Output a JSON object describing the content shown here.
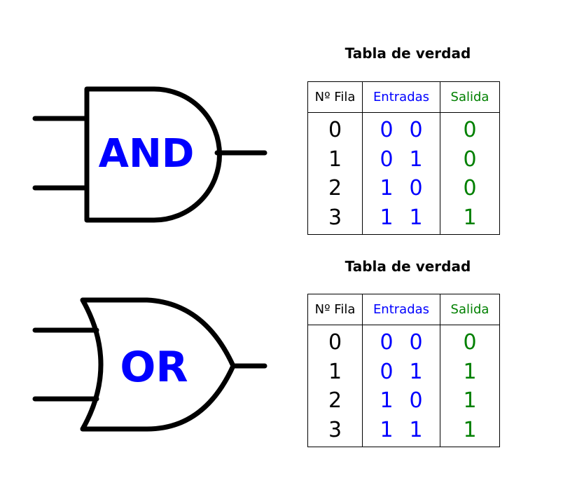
{
  "colors": {
    "inputs": "#0000ff",
    "output": "#008000",
    "gate_label": "#0000ff",
    "stroke": "#000000"
  },
  "gates": {
    "and": {
      "label": "AND"
    },
    "or": {
      "label": "OR"
    }
  },
  "tables": {
    "and": {
      "title": "Tabla de verdad",
      "headers": {
        "row": "Nº Fila",
        "inputs": "Entradas",
        "output": "Salida"
      },
      "rows": [
        {
          "row": "0",
          "a": "0",
          "b": "0",
          "out": "0"
        },
        {
          "row": "1",
          "a": "0",
          "b": "1",
          "out": "0"
        },
        {
          "row": "2",
          "a": "1",
          "b": "0",
          "out": "0"
        },
        {
          "row": "3",
          "a": "1",
          "b": "1",
          "out": "1"
        }
      ]
    },
    "or": {
      "title": "Tabla de verdad",
      "headers": {
        "row": "Nº Fila",
        "inputs": "Entradas",
        "output": "Salida"
      },
      "rows": [
        {
          "row": "0",
          "a": "0",
          "b": "0",
          "out": "0"
        },
        {
          "row": "1",
          "a": "0",
          "b": "1",
          "out": "1"
        },
        {
          "row": "2",
          "a": "1",
          "b": "0",
          "out": "1"
        },
        {
          "row": "3",
          "a": "1",
          "b": "1",
          "out": "1"
        }
      ]
    }
  }
}
